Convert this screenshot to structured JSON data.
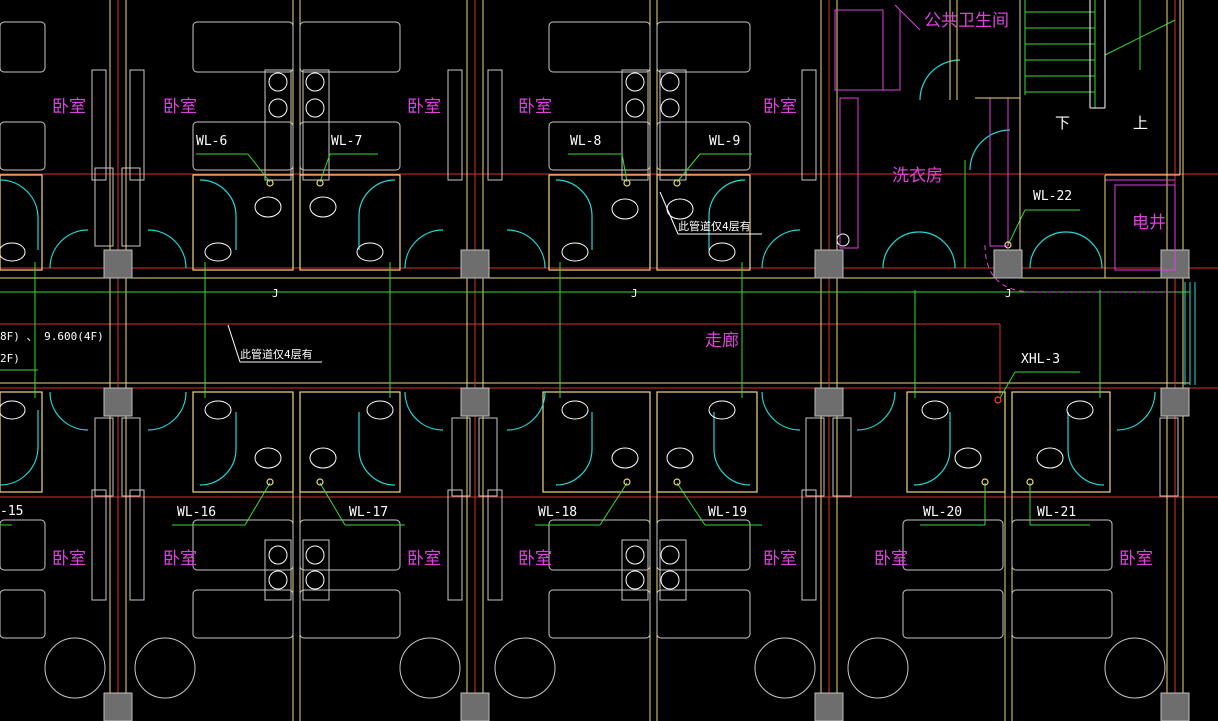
{
  "colors": {
    "background": "#000000",
    "wall_yellow": "#f0d878",
    "wall_red": "#d63030",
    "pipe_green": "#33dd33",
    "door_cyan": "#22d8d8",
    "fixture_white": "#ffffff",
    "furniture_gray": "#c8c8c8",
    "room_magenta": "#e040e0",
    "column_gray": "#9a9a9a"
  },
  "rooms": {
    "bedroom": "卧室",
    "corridor": "走廊",
    "laundry": "洗衣房",
    "public_wc": "公共卫生间",
    "elec_shaft": "电井",
    "stair_down": "下",
    "stair_up": "上"
  },
  "pipe_tags": {
    "wl6": "WL-6",
    "wl7": "WL-7",
    "wl8": "WL-8",
    "wl9": "WL-9",
    "wl22": "WL-22",
    "xhl3": "XHL-3",
    "wl15": "-15",
    "wl16": "WL-16",
    "wl17": "WL-17",
    "wl18": "WL-18",
    "wl19": "WL-19",
    "wl20": "WL-20",
    "wl21": "WL-21"
  },
  "notes": {
    "note_a": "此管道仅4层有",
    "note_b": "此管道仅4层有",
    "elev_a": "8F) 、  9.600(4F)",
    "elev_b": "2F)",
    "j1": "J",
    "j2": "J",
    "j3": "J"
  }
}
